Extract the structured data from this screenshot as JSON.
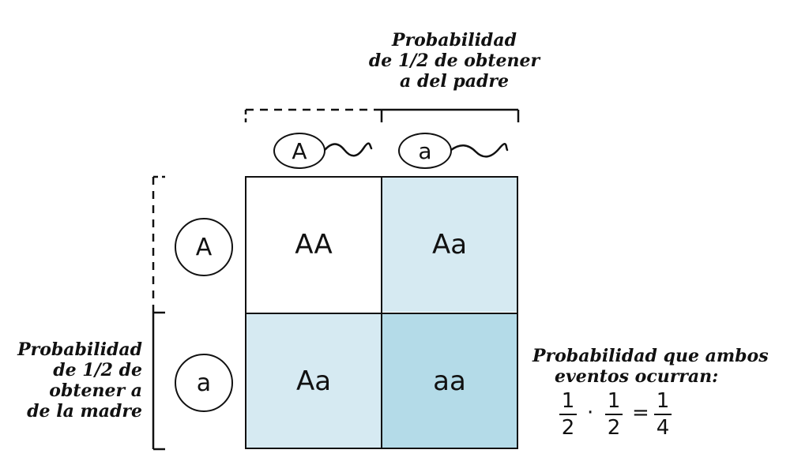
{
  "top_label": [
    "Probabilidad",
    "de 1/2  de obtener",
    "a del padre"
  ],
  "left_label": [
    "Probabilidad",
    "de 1/2  de",
    "obtener  a",
    "de la madre"
  ],
  "father_alleles": [
    "A",
    "a"
  ],
  "mother_alleles": [
    "A",
    "a"
  ],
  "cells": [
    {
      "genotype": "AA",
      "color": "#ffffff"
    },
    {
      "genotype": "Aa",
      "color": "#d6eaf2"
    },
    {
      "genotype": "Aa",
      "color": "#d6eaf2"
    },
    {
      "genotype": "aa",
      "color": "#b4dbe8"
    }
  ],
  "result_label": [
    "Probabilidad que ambos",
    "eventos ocurran:"
  ],
  "equation": {
    "f1_num": "1",
    "f1_den": "2",
    "dot": "·",
    "f2_num": "1",
    "f2_den": "2",
    "equals": "=",
    "f3_num": "1",
    "f3_den": "4"
  },
  "colors": {
    "heterozygous": "#d6eaf2",
    "homozygous_recessive": "#b4dbe8",
    "line": "#111111"
  }
}
